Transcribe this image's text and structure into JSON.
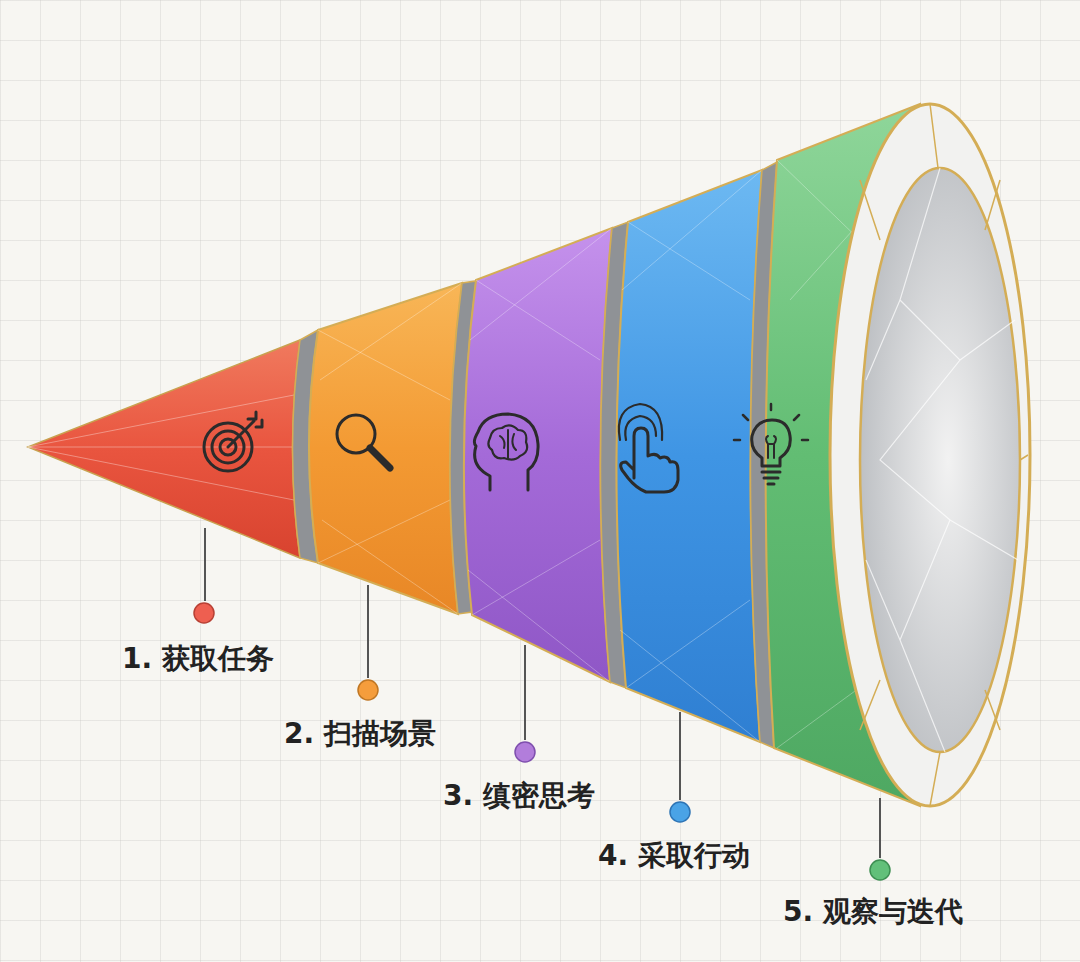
{
  "diagram": {
    "labels": [
      "1. 获取任务",
      "2. 扫描场景",
      "3. 缜密思考",
      "4. 采取行动",
      "5. 观察与迭代"
    ]
  }
}
